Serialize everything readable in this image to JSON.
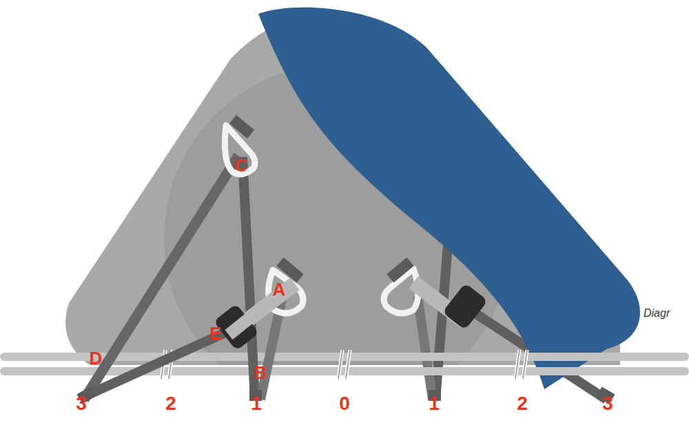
{
  "diagram": {
    "labels": [
      "C",
      "A",
      "E",
      "D",
      "B",
      "3",
      "2",
      "1",
      "0",
      "1",
      "2",
      "3",
      "Diagr"
    ]
  }
}
